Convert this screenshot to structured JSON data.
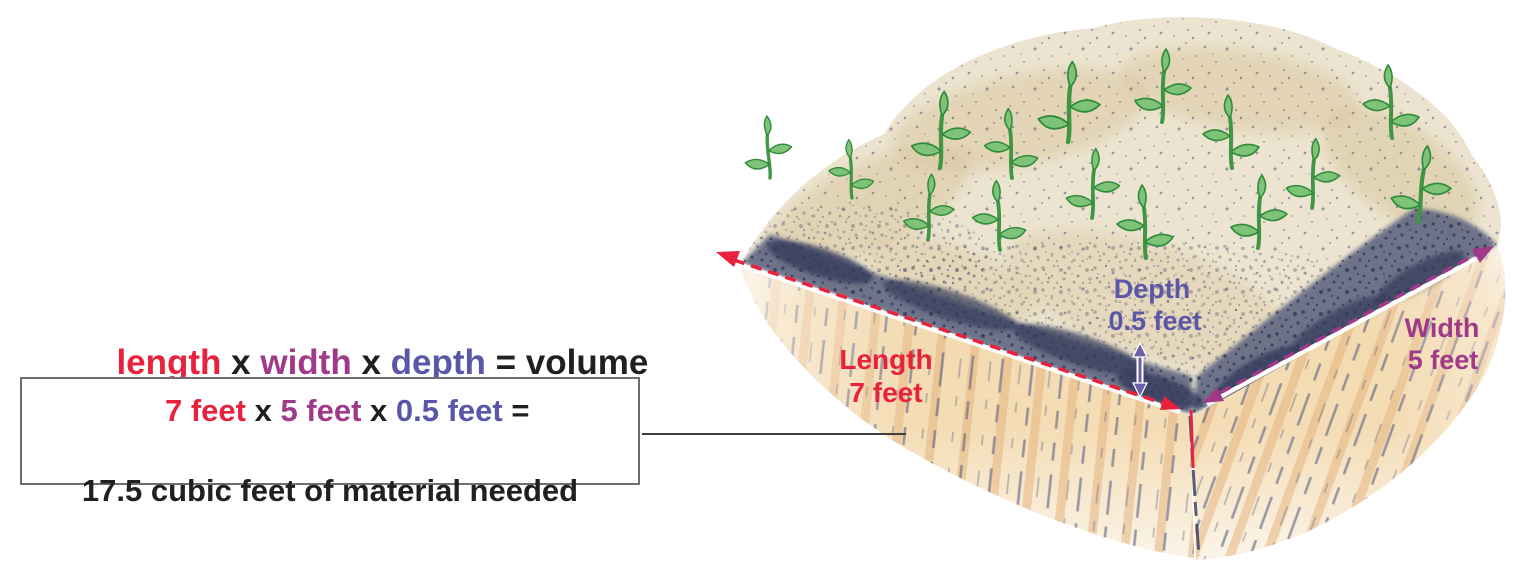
{
  "palette": {
    "red": "#e8213c",
    "purple": "#a03a88",
    "blue_purple": "#5b57a8",
    "black": "#231f20",
    "box_border": "#6e6e6e",
    "connector": "#3e3e3e",
    "soil_surface": "#ece4d0",
    "soil_face": "#f2d8ad",
    "topsoil_band": "#5f6682",
    "seedling_green": "#3f9745"
  },
  "formula": {
    "segments": [
      {
        "text": "length",
        "color": "red"
      },
      {
        "text": " x ",
        "color": "black"
      },
      {
        "text": "width",
        "color": "purple"
      },
      {
        "text": " x ",
        "color": "black"
      },
      {
        "text": "depth",
        "color": "blue_purple"
      },
      {
        "text": " = volume",
        "color": "black"
      }
    ]
  },
  "calc_box": {
    "line1_segments": [
      {
        "text": "7 feet",
        "color": "red"
      },
      {
        "text": " x ",
        "color": "black"
      },
      {
        "text": "5 feet",
        "color": "purple"
      },
      {
        "text": " x ",
        "color": "black"
      },
      {
        "text": "0.5 feet",
        "color": "blue_purple"
      },
      {
        "text": " =",
        "color": "black"
      }
    ],
    "line2": "17.5 cubic feet of material needed"
  },
  "diagram": {
    "length": {
      "label": "Length",
      "value": "7 feet"
    },
    "width": {
      "label": "Width",
      "value": "5 feet"
    },
    "depth": {
      "label": "Depth",
      "value": "0.5 feet"
    }
  }
}
